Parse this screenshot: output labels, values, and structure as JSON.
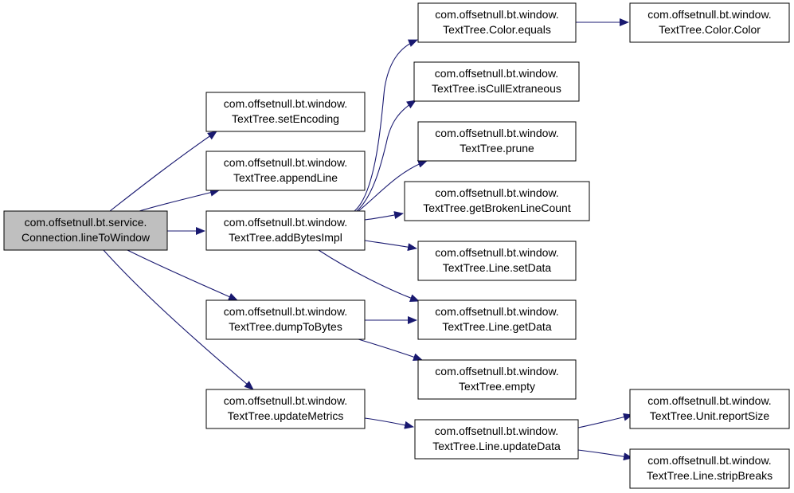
{
  "colors": {
    "root_fill": "#bfbfbf",
    "node_fill": "#ffffff",
    "edge": "#191970"
  },
  "nodes": [
    {
      "id": "lineToWindow",
      "root": true,
      "lines": [
        "com.offsetnull.bt.service.",
        "Connection.lineToWindow"
      ]
    },
    {
      "id": "setEncoding",
      "lines": [
        "com.offsetnull.bt.window.",
        "TextTree.setEncoding"
      ]
    },
    {
      "id": "appendLine",
      "lines": [
        "com.offsetnull.bt.window.",
        "TextTree.appendLine"
      ]
    },
    {
      "id": "addBytesImpl",
      "lines": [
        "com.offsetnull.bt.window.",
        "TextTree.addBytesImpl"
      ]
    },
    {
      "id": "dumpToBytes",
      "lines": [
        "com.offsetnull.bt.window.",
        "TextTree.dumpToBytes"
      ]
    },
    {
      "id": "updateMetrics",
      "lines": [
        "com.offsetnull.bt.window.",
        "TextTree.updateMetrics"
      ]
    },
    {
      "id": "colorEquals",
      "lines": [
        "com.offsetnull.bt.window.",
        "TextTree.Color.equals"
      ]
    },
    {
      "id": "isCullExtraneous",
      "lines": [
        "com.offsetnull.bt.window.",
        "TextTree.isCullExtraneous"
      ]
    },
    {
      "id": "prune",
      "lines": [
        "com.offsetnull.bt.window.",
        "TextTree.prune"
      ]
    },
    {
      "id": "getBrokenLineCount",
      "lines": [
        "com.offsetnull.bt.window.",
        "TextTree.getBrokenLineCount"
      ]
    },
    {
      "id": "lineSetData",
      "lines": [
        "com.offsetnull.bt.window.",
        "TextTree.Line.setData"
      ]
    },
    {
      "id": "lineGetData",
      "lines": [
        "com.offsetnull.bt.window.",
        "TextTree.Line.getData"
      ]
    },
    {
      "id": "empty",
      "lines": [
        "com.offsetnull.bt.window.",
        "TextTree.empty"
      ]
    },
    {
      "id": "lineUpdateData",
      "lines": [
        "com.offsetnull.bt.window.",
        "TextTree.Line.updateData"
      ]
    },
    {
      "id": "colorColor",
      "lines": [
        "com.offsetnull.bt.window.",
        "TextTree.Color.Color"
      ]
    },
    {
      "id": "unitReportSize",
      "lines": [
        "com.offsetnull.bt.window.",
        "TextTree.Unit.reportSize"
      ]
    },
    {
      "id": "lineStripBreaks",
      "lines": [
        "com.offsetnull.bt.window.",
        "TextTree.Line.stripBreaks"
      ]
    }
  ],
  "edges": [
    {
      "from": "lineToWindow",
      "to": "setEncoding"
    },
    {
      "from": "lineToWindow",
      "to": "appendLine"
    },
    {
      "from": "lineToWindow",
      "to": "addBytesImpl"
    },
    {
      "from": "lineToWindow",
      "to": "dumpToBytes"
    },
    {
      "from": "lineToWindow",
      "to": "updateMetrics"
    },
    {
      "from": "addBytesImpl",
      "to": "colorEquals"
    },
    {
      "from": "addBytesImpl",
      "to": "isCullExtraneous"
    },
    {
      "from": "addBytesImpl",
      "to": "prune"
    },
    {
      "from": "addBytesImpl",
      "to": "getBrokenLineCount"
    },
    {
      "from": "addBytesImpl",
      "to": "lineSetData"
    },
    {
      "from": "addBytesImpl",
      "to": "lineGetData"
    },
    {
      "from": "dumpToBytes",
      "to": "lineGetData"
    },
    {
      "from": "dumpToBytes",
      "to": "empty"
    },
    {
      "from": "updateMetrics",
      "to": "lineUpdateData"
    },
    {
      "from": "colorEquals",
      "to": "colorColor"
    },
    {
      "from": "lineUpdateData",
      "to": "unitReportSize"
    },
    {
      "from": "lineUpdateData",
      "to": "lineStripBreaks"
    }
  ]
}
